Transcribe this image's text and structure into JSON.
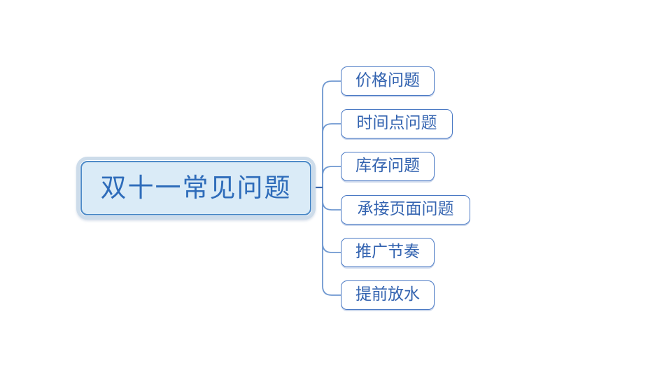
{
  "mindmap": {
    "root": {
      "label": "双十一常见问题"
    },
    "children": [
      {
        "label": "价格问题"
      },
      {
        "label": "时间点问题"
      },
      {
        "label": "库存问题"
      },
      {
        "label": "承接页面问题"
      },
      {
        "label": "推广节奏"
      },
      {
        "label": "提前放水"
      }
    ],
    "colors": {
      "canvas_bg": "#ffffff",
      "root_fill": "#daebf7",
      "root_border": "#4e8bc8",
      "root_halo": "#cddcea",
      "root_text": "#2e6cba",
      "child_fill": "#ffffff",
      "child_border": "#4a79c4",
      "child_text": "#3363b0",
      "connector": "#6f98d0",
      "connector_dark": "#3a67ad"
    }
  }
}
